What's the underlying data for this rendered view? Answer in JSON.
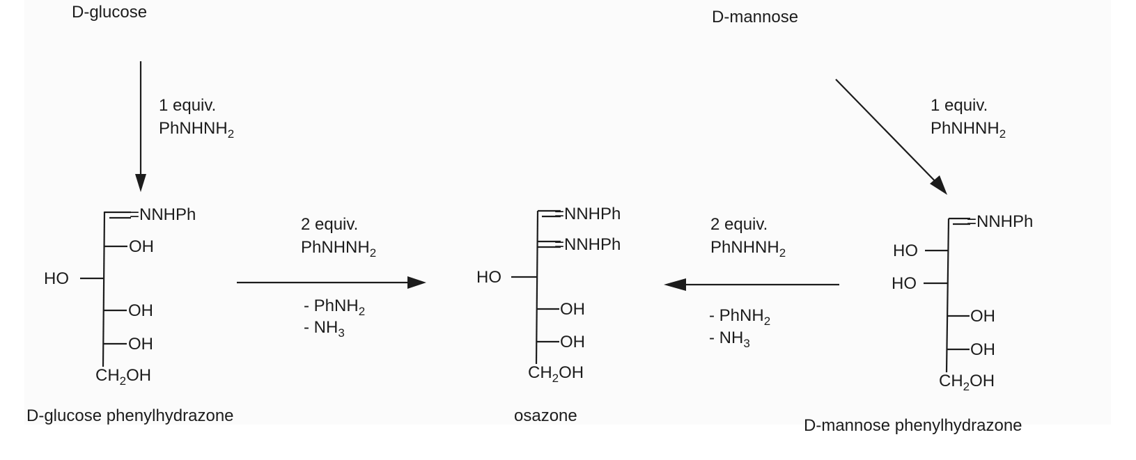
{
  "title": "Osazone formation from D-glucose and D-mannose",
  "compounds": {
    "glucose": {
      "name": "D-glucose"
    },
    "mannose": {
      "name": "D-mannose"
    },
    "glucose_hydrazone": {
      "name": "D-glucose phenylhydrazone",
      "groups": [
        "=NNHPh",
        "OH",
        "HO",
        "OH",
        "OH",
        "CH2OH"
      ]
    },
    "osazone": {
      "name": "osazone",
      "groups": [
        "=NNHPh",
        "=NNHPh",
        "HO",
        "OH",
        "OH",
        "CH2OH"
      ]
    },
    "mannose_hydrazone": {
      "name": "D-mannose phenylhydrazone",
      "groups": [
        "=NNHPh",
        "HO",
        "HO",
        "OH",
        "OH",
        "CH2OH"
      ]
    }
  },
  "labels": {
    "nnhph": "=NNHPh",
    "oh": "OH",
    "ho": "HO",
    "ch": "CH",
    "ch_sub": "2",
    "ch_tail": "OH"
  },
  "reactions": {
    "glucose_to_hydrazone": {
      "line1": "1 equiv.",
      "reagent": "PhNHNH",
      "reagent_sub": "2",
      "direction": "down"
    },
    "mannose_to_hydrazone": {
      "line1": "1 equiv.",
      "reagent": "PhNHNH",
      "reagent_sub": "2",
      "direction": "down-right"
    },
    "glucose_hydrazone_to_osazone": {
      "line1": "2 equiv.",
      "reagent": "PhNHNH",
      "reagent_sub": "2",
      "byproduct1": "- PhNH",
      "byproduct1_sub": "2",
      "byproduct2": "- NH",
      "byproduct2_sub": "3",
      "direction": "right"
    },
    "mannose_hydrazone_to_osazone": {
      "line1": "2 equiv.",
      "reagent": "PhNHNH",
      "reagent_sub": "2",
      "byproduct1": "- PhNH",
      "byproduct1_sub": "2",
      "byproduct2": "- NH",
      "byproduct2_sub": "3",
      "direction": "left"
    }
  }
}
